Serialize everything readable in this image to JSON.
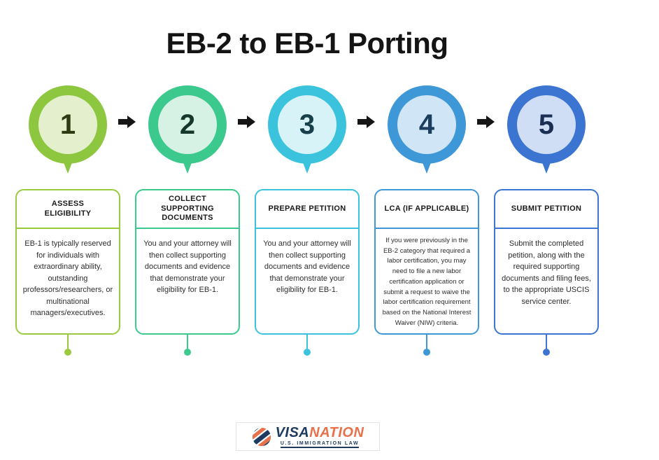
{
  "page": {
    "title": "EB-2 to EB-1 Porting",
    "background_color": "#ffffff",
    "arrow_color": "#151515"
  },
  "steps": [
    {
      "number": "1",
      "card_title": "ASSESS\nELIGIBILITY",
      "description": "EB-1 is typically reserved for individuals with extraordinary ability, outstanding professors/researchers, or multinational managers/executives.",
      "ring_color": "#8DC63F",
      "inner_color": "#E4F0CD",
      "card_border_color": "#9ACB3E"
    },
    {
      "number": "2",
      "card_title": "COLLECT\nSUPPORTING\nDOCUMENTS",
      "description": "You and your attorney will then collect supporting documents and evidence that demonstrate your eligibility for EB-1.",
      "ring_color": "#3CC98E",
      "inner_color": "#D6F2E4",
      "card_border_color": "#3CC98E"
    },
    {
      "number": "3",
      "card_title": "PREPARE PETITION",
      "description": "You and your attorney will then collect supporting documents and evidence that demonstrate your eligibility for EB-1.",
      "ring_color": "#3BC3DD",
      "inner_color": "#D8F3F8",
      "card_border_color": "#3BC3DD"
    },
    {
      "number": "4",
      "card_title": "LCA (IF APPLICABLE)",
      "description": "If you were previously in the EB-2 category that required a labor certification, you may need to file a new labor certification application or submit a request to waive the labor certification requirement based on the National Interest Waiver (NIW) criteria.",
      "ring_color": "#3E97D6",
      "inner_color": "#D0E5F6",
      "card_border_color": "#3E97D6"
    },
    {
      "number": "5",
      "card_title": "SUBMIT PETITION",
      "description": "Submit the completed petition, along with the required supporting documents and filing fees, to the appropriate USCIS service center.",
      "ring_color": "#3B74D1",
      "inner_color": "#CFDDF5",
      "card_border_color": "#3B74D1"
    }
  ],
  "icons": {
    "step_arrow": "solid-black-right-arrow",
    "logo_globe": "striped-globe"
  },
  "logo": {
    "brand_first": "VISA",
    "brand_second": "NATION",
    "tagline": "U.S. IMMIGRATION LAW",
    "navy_color": "#1E3A5F",
    "orange_color": "#E8714C"
  }
}
